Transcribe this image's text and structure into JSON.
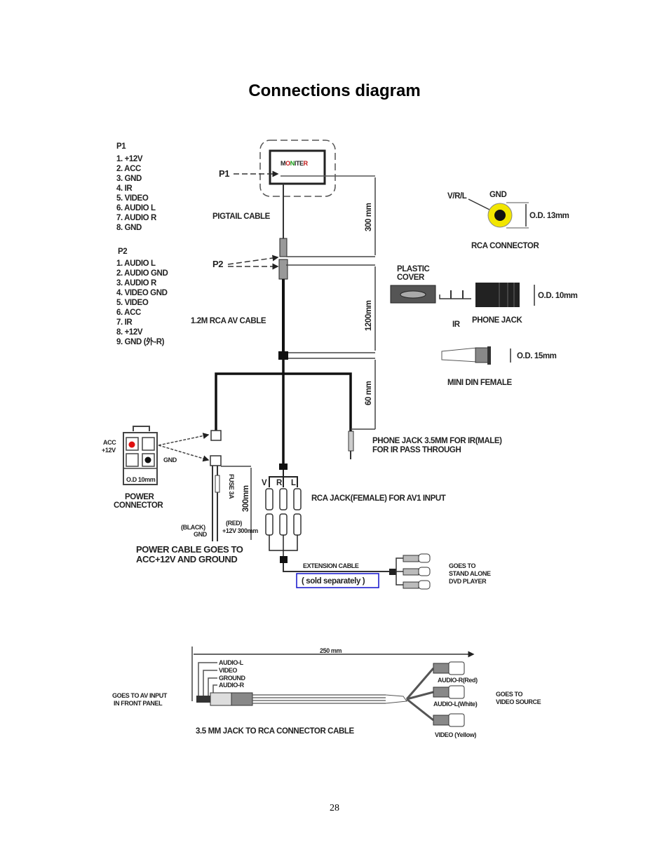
{
  "title": "Connections diagram",
  "page_number": "28",
  "p1": {
    "heading": "P1",
    "pins": [
      "1. +12V",
      "2. ACC",
      "3. GND",
      "4. IR",
      "5. VIDEO",
      "6. AUDIO L",
      "7. AUDIO R",
      "8. GND"
    ]
  },
  "p2": {
    "heading": "P2",
    "pins": [
      "1. AUDIO L",
      "2. AUDIO GND",
      "3. AUDIO R",
      "4. VIDEO GND",
      "5. VIDEO",
      "6. ACC",
      "7. IR",
      "8. +12V",
      "9. GND (外-R)"
    ]
  },
  "monitor": {
    "label_parts": [
      "M",
      "O",
      "N",
      "I",
      "T",
      "E",
      "R"
    ],
    "p1_label": "P1",
    "p2_label": "P2"
  },
  "cables": {
    "pigtail": "PIGTAIL CABLE",
    "rca_av": "1.2M RCA AV CABLE",
    "dim_300": "300 mm",
    "dim_1200": "1200mm",
    "dim_60": "60 mm"
  },
  "rca_connector": {
    "vrl": "V/R/L",
    "gnd": "GND",
    "od": "O.D. 13mm",
    "label": "RCA CONNECTOR",
    "colors": {
      "ring": "#f2e600",
      "center": "#111111"
    }
  },
  "phone_jack": {
    "cover_label": [
      "PLASTIC",
      "COVER"
    ],
    "od": "O.D. 10mm",
    "ir": "IR",
    "label": "PHONE JACK"
  },
  "mini_din": {
    "od": "O.D. 15mm",
    "label": "MINI DIN FEMALE"
  },
  "ir_jack": {
    "lines": [
      "PHONE JACK 3.5MM FOR IR(MALE)",
      "FOR IR PASS THROUGH"
    ]
  },
  "power": {
    "acc": "ACC",
    "plus12": "+12V",
    "gnd": "GND",
    "od": "O.D  10mm",
    "connector_label": [
      "POWER",
      "CONNECTOR"
    ],
    "fuse": "FUSE 3A",
    "dim": "300mm",
    "black": [
      "(BLACK)",
      "GND"
    ],
    "red": [
      "(RED)",
      "+12V 300mm"
    ],
    "caption": [
      "POWER CABLE GOES TO",
      "ACC+12V AND GROUND"
    ],
    "acc_dot_color": "#e01010"
  },
  "rca_jacks": {
    "v": "V",
    "r": "R",
    "l": "L",
    "label": "RCA JACK(FEMALE) FOR AV1 INPUT"
  },
  "extension": {
    "label": "EXTENSION CABLE",
    "note": "( sold separately )",
    "goes_to": [
      "GOES TO",
      "STAND ALONE",
      "DVD PLAYER"
    ],
    "note_border_color": "#1010cc"
  },
  "bottom_cable": {
    "dim": "250 mm",
    "wires": [
      "AUDIO-L",
      "VIDEO",
      "GROUND",
      "AUDIO-R"
    ],
    "input": [
      "GOES TO AV INPUT",
      "IN FRONT PANEL"
    ],
    "plugs": [
      "AUDIO-R(Red)",
      "AUDIO-L(White)",
      "VIDEO (Yellow)"
    ],
    "source": [
      "GOES TO",
      "VIDEO SOURCE"
    ],
    "caption": "3.5 MM JACK TO RCA CONNECTOR CABLE"
  }
}
